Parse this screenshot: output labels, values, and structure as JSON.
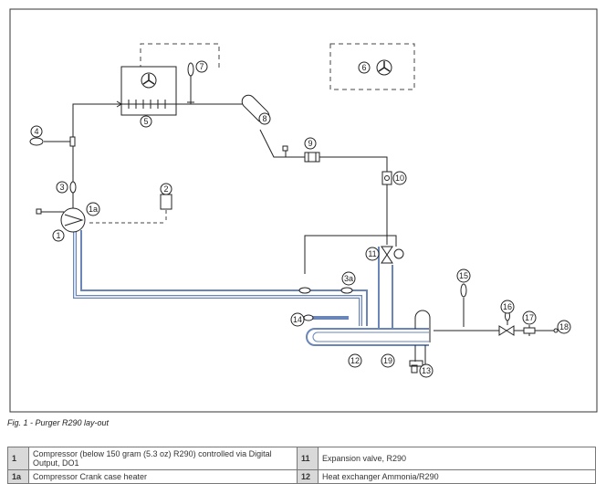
{
  "diagram": {
    "labels": {
      "l1": "1",
      "l1a": "1a",
      "l2": "2",
      "l3": "3",
      "l3a": "3a",
      "l4": "4",
      "l5": "5",
      "l6": "6",
      "l7": "7",
      "l8": "8",
      "l9": "9",
      "l10": "10",
      "l11": "11",
      "l12": "12",
      "l13": "13",
      "l14": "14",
      "l15": "15",
      "l16": "16",
      "l17": "17",
      "l18": "18",
      "l19": "19"
    }
  },
  "caption": "Fig. 1 - Purger R290 lay-out",
  "legend": {
    "rows": [
      {
        "n1": "1",
        "d1": "Compressor (below 150 gram (5.3 oz) R290) controlled via Digital Output, DO1",
        "n2": "11",
        "d2": "Expansion valve, R290"
      },
      {
        "n1": "1a",
        "d1": "Compressor Crank case heater",
        "n2": "12",
        "d2": "Heat exchanger Ammonia/R290"
      }
    ]
  }
}
